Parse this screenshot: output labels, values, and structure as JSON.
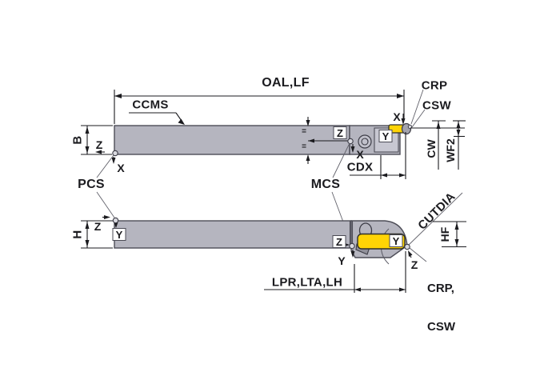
{
  "diagram": {
    "pcs_label": "PCS",
    "mcs_label": "MCS",
    "top_view": {
      "oal": "OAL,LF",
      "ccms": "CCMS",
      "crp": "CRP",
      "csw": "CSW",
      "b": "B",
      "cw": "CW",
      "wf2": "WF2",
      "cdx": "CDX",
      "origin_z": "Z",
      "origin_x": "X",
      "mcs_z": "Z",
      "mcs_x": "X",
      "tip_x": "X",
      "tip_y": "Y",
      "eq_mark": "="
    },
    "bottom_view": {
      "h": "H",
      "hf": "HF",
      "cutdia": "CUTDIA",
      "lpr": "LPR,LTA,LH",
      "crp_line": "CRP,",
      "csw_line": "CSW",
      "origin_z": "Z",
      "origin_y": "Y",
      "mcs_z": "Z",
      "mcs_y": "Y",
      "tip_y": "Y",
      "tip_z": "Z"
    },
    "colors": {
      "shank_gray": "#b5b5bf",
      "pocket_gray": "#c7c7d1",
      "insert_yellow": "#ffd405",
      "line_dark": "#1b1b1f"
    }
  }
}
